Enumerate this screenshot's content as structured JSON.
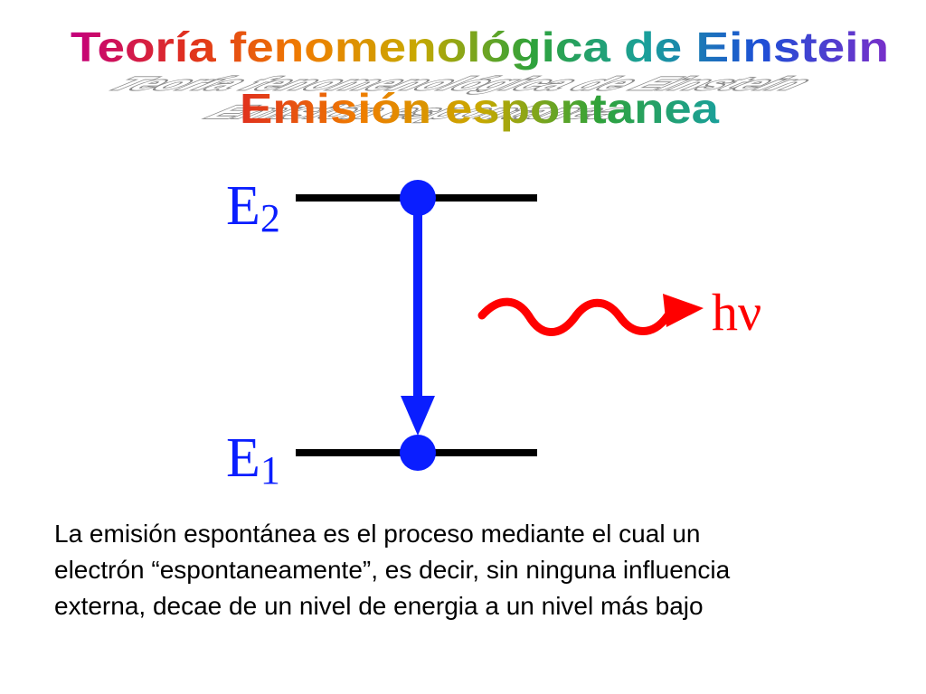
{
  "title": {
    "line1": "Teoría fenomenológica de Einstein",
    "line2": "Emisión espontanea",
    "colors": [
      "#c4007c",
      "#e0301e",
      "#ef7d00",
      "#c9a800",
      "#2fa23a",
      "#1aa09a",
      "#1d4fd6",
      "#7a2fc9"
    ],
    "shadow_color": "#909090"
  },
  "diagram": {
    "upper_level": {
      "label": "E",
      "subscript": "2"
    },
    "lower_level": {
      "label": "E",
      "subscript": "1"
    },
    "photon_label": "hν",
    "colors": {
      "level_line": "#000000",
      "electron": "#0a1eff",
      "transition_arrow": "#0a1eff",
      "photon_wave": "#ff0000",
      "label": "#0a1eff"
    }
  },
  "body": {
    "lines": [
      "La emisión espontánea es el proceso mediante el cual un",
      "electrón “espontaneamente”, es decir, sin ninguna influencia",
      "externa, decae de un nivel de energia a un nivel más bajo"
    ]
  }
}
